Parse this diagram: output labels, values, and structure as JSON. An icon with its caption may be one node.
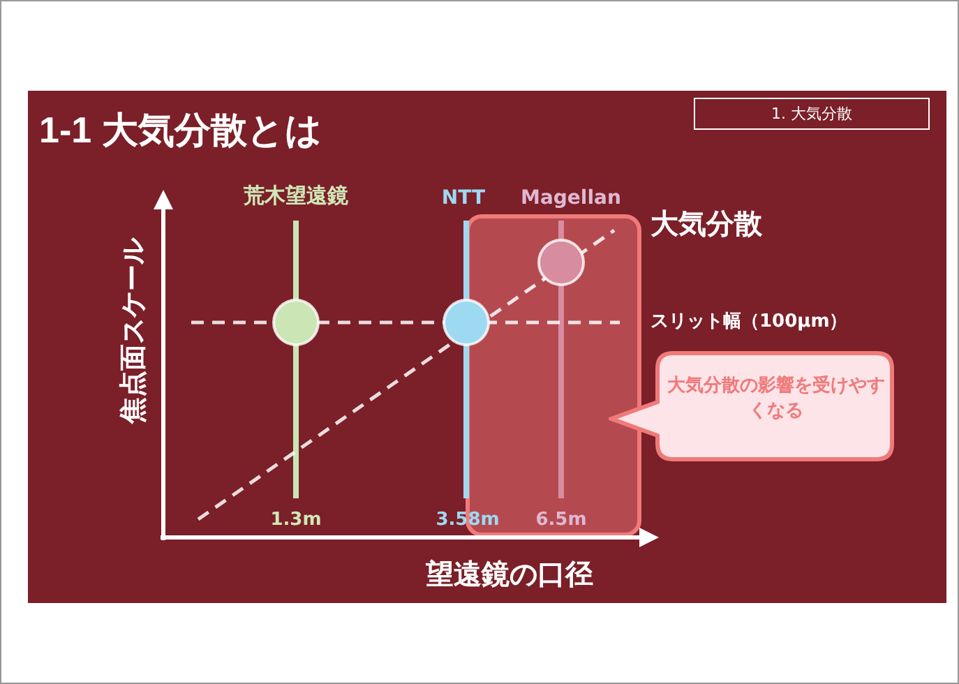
{
  "diagram": {
    "title": "1-1 大気分散とは",
    "nodes": [
      {
        "text": [
          "1. 大気分散"
        ]
      },
      {
        "text": [
          "大気分散の影響を受けやすくなる"
        ]
      }
    ],
    "labels": [
      "荒木望遠鏡",
      "NTT",
      "Magellan",
      "大気分散",
      "焦点面スケール",
      "スリット幅（100μm）",
      "1.3m",
      "3.58m",
      "6.5m",
      "望遠鏡の口径"
    ]
  }
}
